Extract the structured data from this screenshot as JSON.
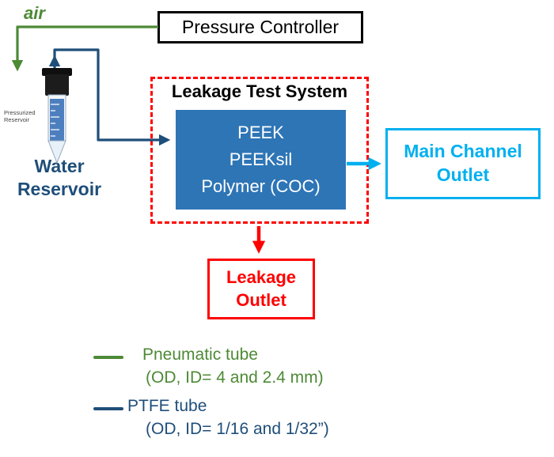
{
  "colors": {
    "pneumatic_green": "#4C8A35",
    "ptfe_blue": "#1F4E79",
    "chip_fill_blue": "#2E75B6",
    "alert_red": "#FF0000",
    "outlet_cyan": "#00B0F0"
  },
  "pressure_controller": {
    "label": "Pressure Controller"
  },
  "air_line_label": "air",
  "reservoir": {
    "tiny_label": "Pressurized Reservoir",
    "lines": [
      "Water",
      "Reservoir"
    ]
  },
  "leakage_test_system": {
    "title": "Leakage Test System",
    "chip_lines": [
      "PEEK",
      "PEEKsil",
      "Polymer (COC)"
    ]
  },
  "main_channel_outlet": {
    "lines": [
      "Main Channel",
      "Outlet"
    ]
  },
  "leakage_outlet": {
    "lines": [
      "Leakage",
      "Outlet"
    ]
  },
  "legend": {
    "pneumatic": {
      "name": "Pneumatic tube",
      "spec": "(OD, ID= 4 and 2.4 mm)"
    },
    "ptfe": {
      "name": "PTFE tube",
      "spec": "(OD, ID= 1/16 and 1/32”)"
    }
  }
}
